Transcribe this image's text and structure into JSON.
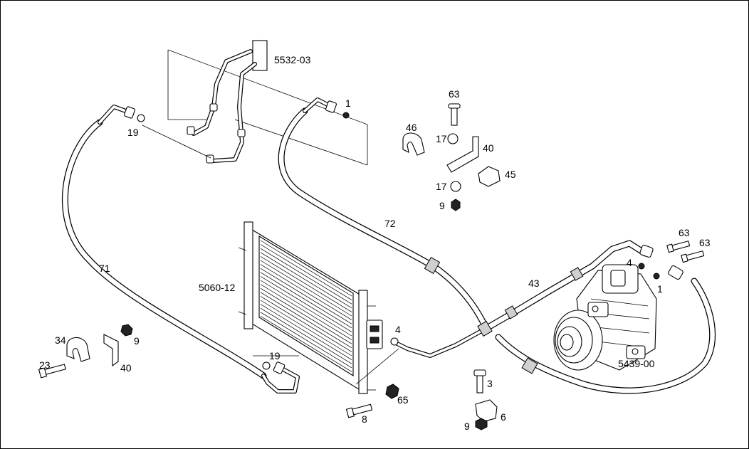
{
  "labels": {
    "l_5532_03": "5532-03",
    "l_1a": "1",
    "l_63a": "63",
    "l_19a": "19",
    "l_46": "46",
    "l_17a": "17",
    "l_40a": "40",
    "l_45": "45",
    "l_17b": "17",
    "l_9a": "9",
    "l_72": "72",
    "l_71": "71",
    "l_63b": "63",
    "l_63c": "63",
    "l_4a": "4",
    "l_43": "43",
    "l_1b": "1",
    "l_5060_12": "5060-12",
    "l_4b": "4",
    "l_5439_00": "5439-00",
    "l_34": "34",
    "l_9b": "9",
    "l_23": "23",
    "l_40b": "40",
    "l_19b": "19",
    "l_3": "3",
    "l_65": "65",
    "l_6": "6",
    "l_8": "8",
    "l_9c": "9"
  }
}
